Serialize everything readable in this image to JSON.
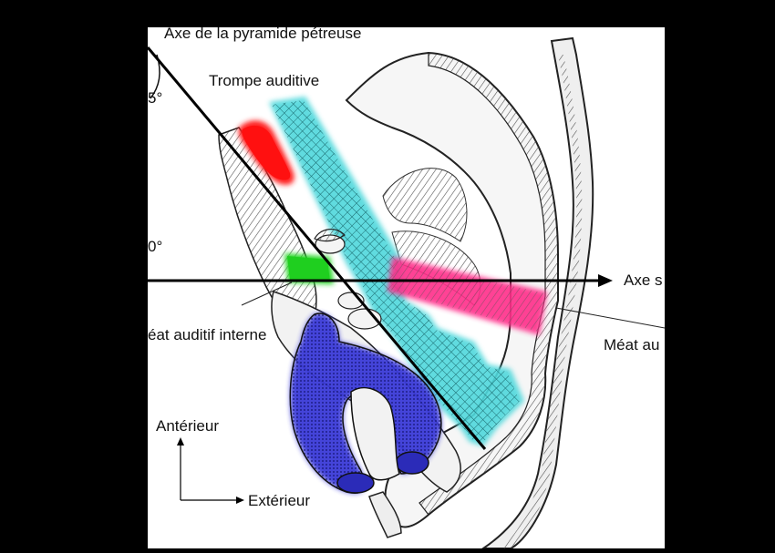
{
  "labels": {
    "petrous_axis": "Axe de la pyramide pétreuse",
    "angle_upper": "5°",
    "auditory_tube": "Trompe auditive",
    "angle_lower": "0°",
    "axis_right": "Axe s",
    "internal_meatus": "éat auditif interne",
    "external_meatus": "Méat au",
    "anterior": "Antérieur",
    "exterior": "Extérieur"
  },
  "colors": {
    "frame": "#000000",
    "panel": "#ffffff",
    "tube": "#4fd8dc",
    "carotid": "#ff2020",
    "canal_green": "#22d622",
    "external_canal": "#ff2f8a",
    "vein": "#3a3ad8",
    "bone_hatch": "#6a6a6a"
  },
  "icons": {
    "anterior_arrow": "arrow-up-icon",
    "exterior_arrow": "arrow-right-icon",
    "axis_arrowhead": "arrow-right-icon"
  }
}
